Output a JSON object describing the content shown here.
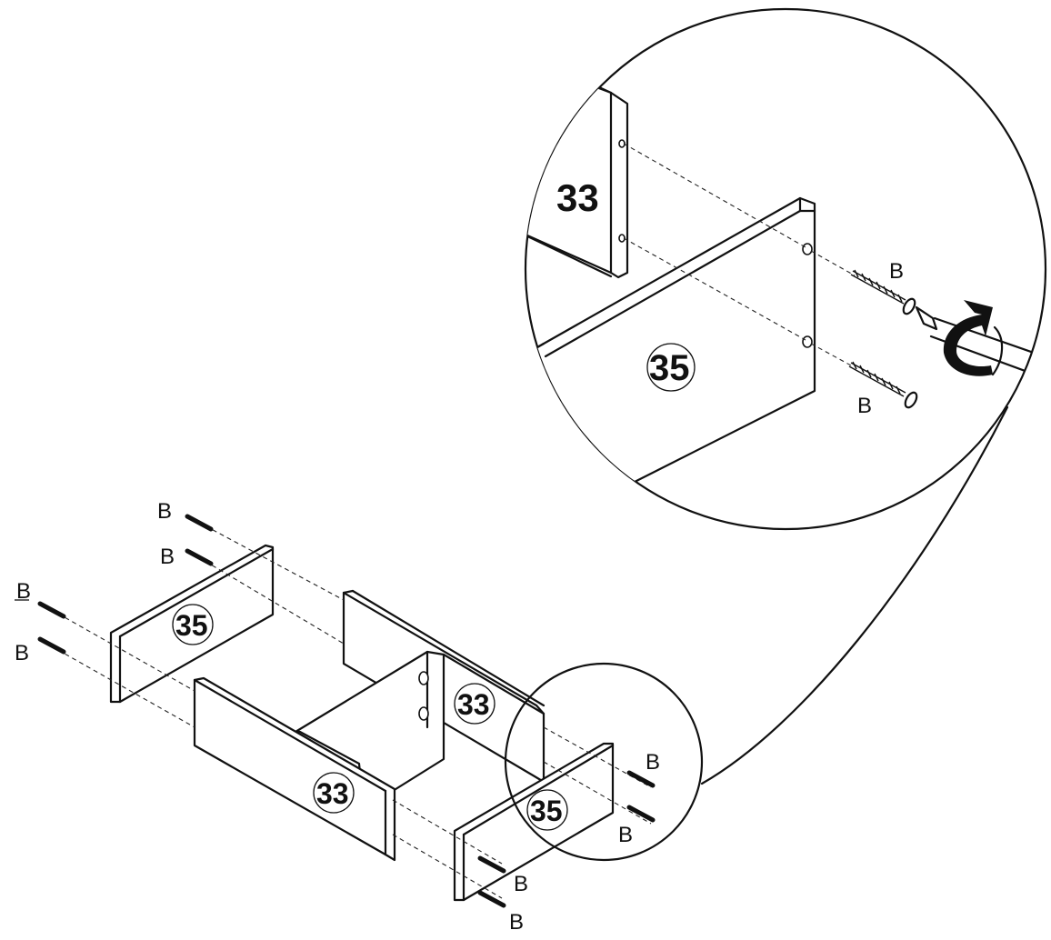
{
  "part_numbers": {
    "side_panel": "35",
    "front_back_panel": "33"
  },
  "screw_label": "B",
  "colors": {
    "line": "#111111",
    "background": "#ffffff"
  },
  "icons": [
    "screw-icon",
    "rotation-arrow-icon",
    "screwdriver-icon",
    "magnifier-circle-icon"
  ]
}
